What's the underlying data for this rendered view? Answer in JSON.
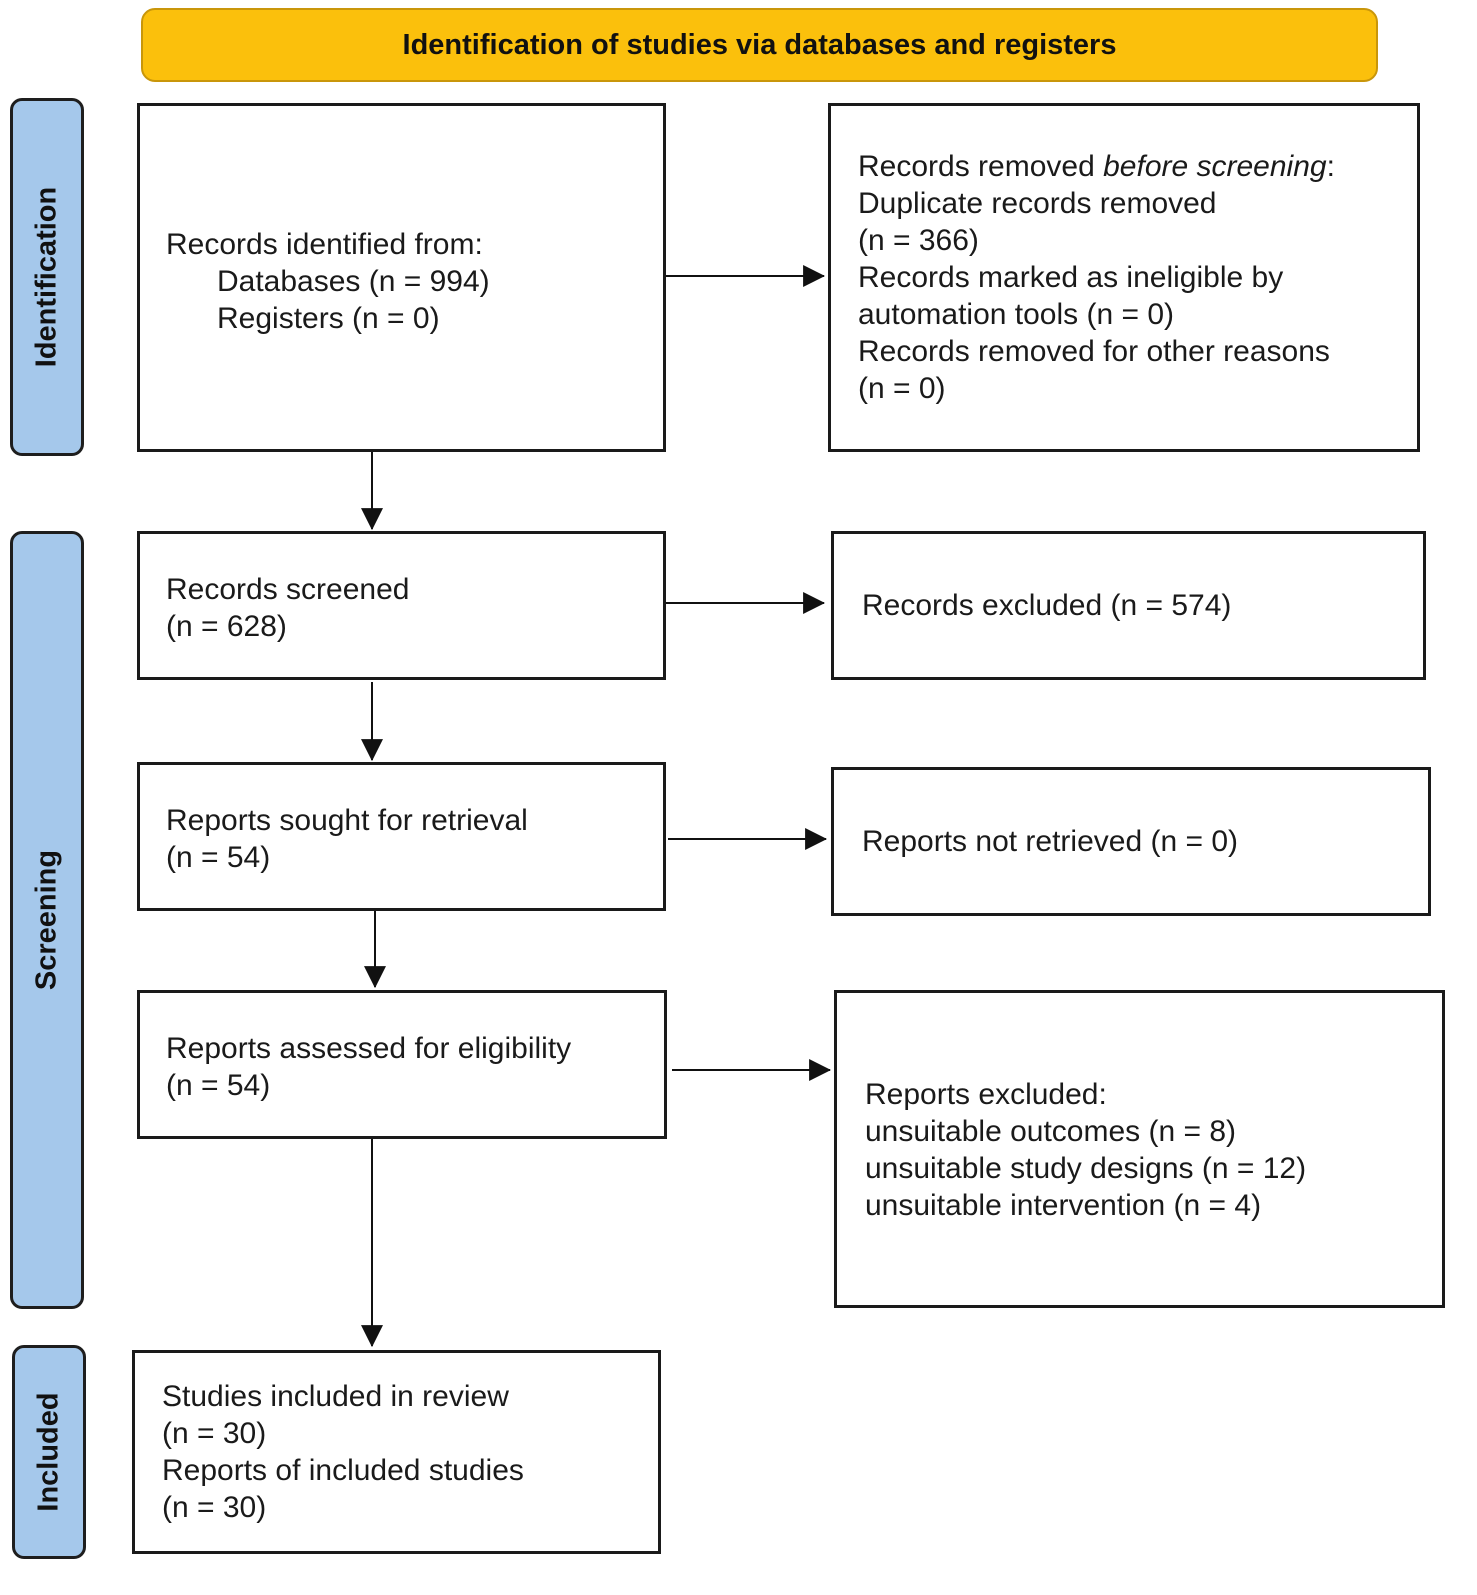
{
  "header": {
    "title": "Identification of studies via databases and registers",
    "fill_color": "#FBC00C"
  },
  "phases": {
    "fill_color": "#A5C8EB",
    "identification": "Identification",
    "screening": "Screening",
    "included": "Included"
  },
  "boxes": {
    "records_identified": {
      "title": "Records identified from:",
      "databases": "Databases (n = 994)",
      "registers": "Registers (n = 0)"
    },
    "records_removed": {
      "title_prefix": "Records removed ",
      "title_italic": "before screening",
      "title_suffix": ":",
      "duplicates_label": "Duplicate records removed",
      "duplicates_n": "(n = 366)",
      "ineligible_label_1": "Records marked as ineligible by",
      "ineligible_label_2": "automation tools (n = 0)",
      "other_label": "Records removed for other reasons",
      "other_n": "(n = 0)"
    },
    "records_screened": {
      "label": "Records screened",
      "n": "(n = 628)"
    },
    "records_excluded": {
      "label": "Records excluded (n = 574)"
    },
    "reports_sought": {
      "label": "Reports sought for retrieval",
      "n": "(n = 54)"
    },
    "reports_not_retrieved": {
      "label": "Reports not retrieved (n = 0)"
    },
    "reports_assessed": {
      "label": "Reports assessed for eligibility",
      "n": "(n = 54)"
    },
    "reports_excluded": {
      "title": "Reports excluded:",
      "reason_outcomes": "unsuitable outcomes (n = 8)",
      "reason_designs": "unsuitable study designs (n = 12)",
      "reason_intervention": "unsuitable intervention (n = 4)"
    },
    "studies_included": {
      "studies_label": "Studies included in review",
      "studies_n": "(n = 30)",
      "reports_label": "Reports of included studies",
      "reports_n": "(n = 30)"
    }
  }
}
